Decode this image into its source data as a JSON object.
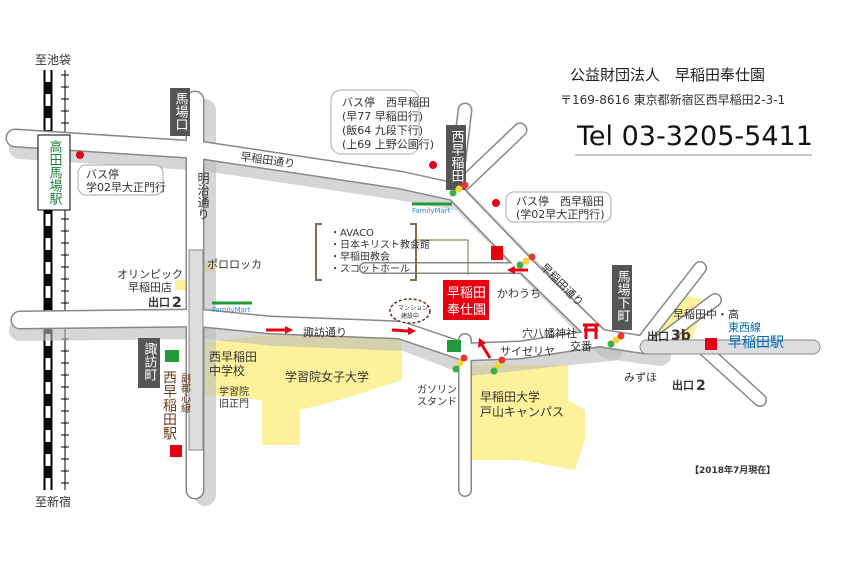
{
  "header": {
    "org": "公益財団法人　早稲田奉仕園",
    "address": "〒169-8616  東京都新宿区西早稲田2-3-1",
    "tel": "Tel 03-3205-5411"
  },
  "destinations": {
    "north": "至池袋",
    "south": "至新宿"
  },
  "stations": {
    "takadanobaba": "高田馬場駅",
    "nishiwaseda": "西早稲田駅",
    "fukutoshin_line": "副都心線",
    "tozai_line": "東西線",
    "waseda": "早稲田駅"
  },
  "signs": {
    "babaguchi": "馬場口",
    "nishiwaseda": "西早稲田",
    "babashitacho": "馬場下町",
    "suwacho": "諏訪町"
  },
  "roads": {
    "waseda_dori": "早稲田通り",
    "waseda_dori_2": "早稲田通り",
    "meiji_dori": "明治通り",
    "suwa_dori": "諏訪通り"
  },
  "bus_stops": {
    "takadanobaba": {
      "title": "バス停",
      "line": "学02早大正門行"
    },
    "nishiwaseda_north": {
      "title": "バス停　西早稲田",
      "lines": [
        "(早77 早稲田行)",
        "(飯64 九段下行)",
        "(上69 上野公園行)"
      ]
    },
    "nishiwaseda_east": {
      "title": "バス停　西早稲田",
      "line": "(学02早大正門行)"
    }
  },
  "building_list": [
    "・AVACO",
    "・日本キリスト教会館",
    "・早稲田教会",
    "・スコットホール"
  ],
  "destination_label": [
    "早稲田",
    "奉仕園"
  ],
  "landmarks": {
    "familymart_1": "FamilyMart",
    "familymart_2": "FamilyMart",
    "polo": "ポロロッカ",
    "olympic": [
      "オリンピック",
      "早稲田店"
    ],
    "mansion": [
      "マンション",
      "建設中"
    ],
    "kawauchi": "かわうち",
    "anahachiman": "穴八幡神社",
    "koban": "交番",
    "saizeriya": "サイゼリヤ",
    "gas": [
      "ガソリン",
      "スタンド"
    ],
    "mizuho": "みずほ",
    "nishiwaseda_jhs": [
      "西早稲田",
      "中学校"
    ],
    "gakushuin_gate": [
      "学習院",
      "旧正門"
    ],
    "gakushuin_univ": "学習院女子大学",
    "waseda_toyama": [
      "早稲田大学",
      "戸山キャンパス"
    ],
    "waseda_jhs": "早稲田中・高"
  },
  "exits": {
    "west_2": {
      "label": "出口",
      "num": "2"
    },
    "east_3b": {
      "label": "出口",
      "num": "3b"
    },
    "east_2": {
      "label": "出口",
      "num": "2"
    }
  },
  "date_note": "【2018年7月現在】",
  "colors": {
    "accent_red": "#e60012",
    "station_green": "#1a7f3a",
    "tozai_blue": "#0068b7",
    "area_yellow": "#fdf29b"
  }
}
